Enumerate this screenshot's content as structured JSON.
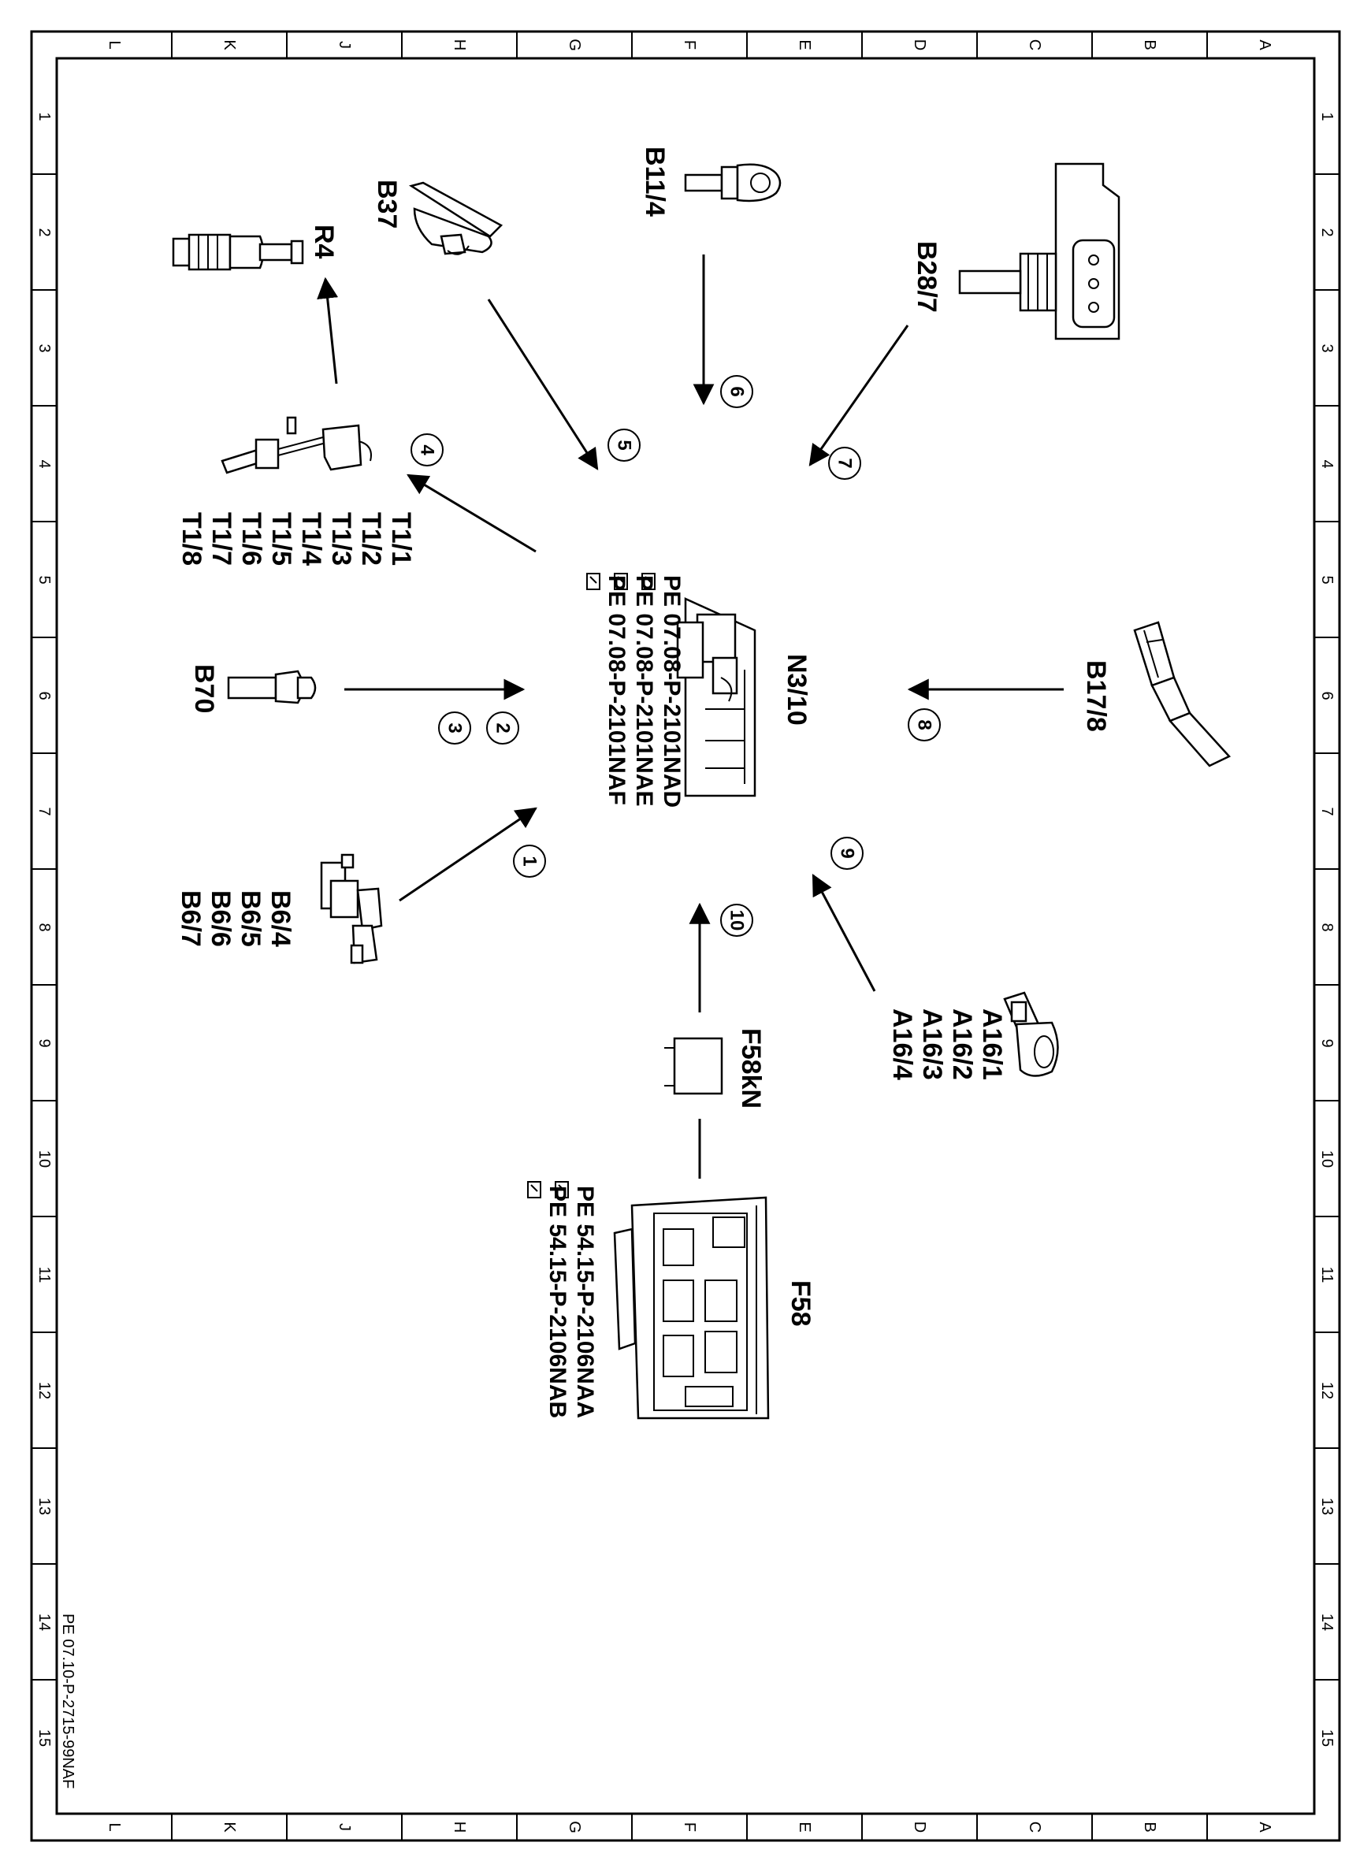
{
  "grid": {
    "columns": [
      "L",
      "K",
      "J",
      "H",
      "G",
      "F",
      "E",
      "D",
      "C",
      "B",
      "A"
    ],
    "rows": [
      "1",
      "2",
      "3",
      "4",
      "5",
      "6",
      "7",
      "8",
      "9",
      "10",
      "11",
      "12",
      "13",
      "14",
      "15"
    ]
  },
  "components": {
    "control_unit": {
      "label": "N3/10",
      "refs": [
        "PE 07.08-P-2101NAD",
        "PE 07.08-P-2101NAE",
        "PE 07.08-P-2101NAF"
      ]
    },
    "spark_plug": {
      "label": "R4"
    },
    "sensor_b37": {
      "label": "B37"
    },
    "sensor_b11_4": {
      "label": "B11/4"
    },
    "sensor_b28_7": {
      "label": "B28/7"
    },
    "ignition_coils": {
      "labels": [
        "T1/1",
        "T1/2",
        "T1/3",
        "T1/4",
        "T1/5",
        "T1/6",
        "T1/7",
        "T1/8"
      ]
    },
    "sensor_b70": {
      "label": "B70"
    },
    "sensor_b17_8": {
      "label": "B17/8"
    },
    "camshaft_sensors": {
      "labels": [
        "B6/4",
        "B6/5",
        "B6/6",
        "B6/7"
      ]
    },
    "knock_sensors": {
      "labels": [
        "A16/1",
        "A16/2",
        "A16/3",
        "A16/4"
      ]
    },
    "fuse": {
      "label": "F58kN"
    },
    "fuse_box": {
      "label": "F58",
      "refs": [
        "PE 54.15-P-2106NAA",
        "PE 54.15-P-2106NAB"
      ]
    }
  },
  "connections": [
    "1",
    "2",
    "3",
    "4",
    "5",
    "6",
    "7",
    "8",
    "9",
    "10"
  ],
  "document_id": "PE 07.10-P-2715-99NAF"
}
